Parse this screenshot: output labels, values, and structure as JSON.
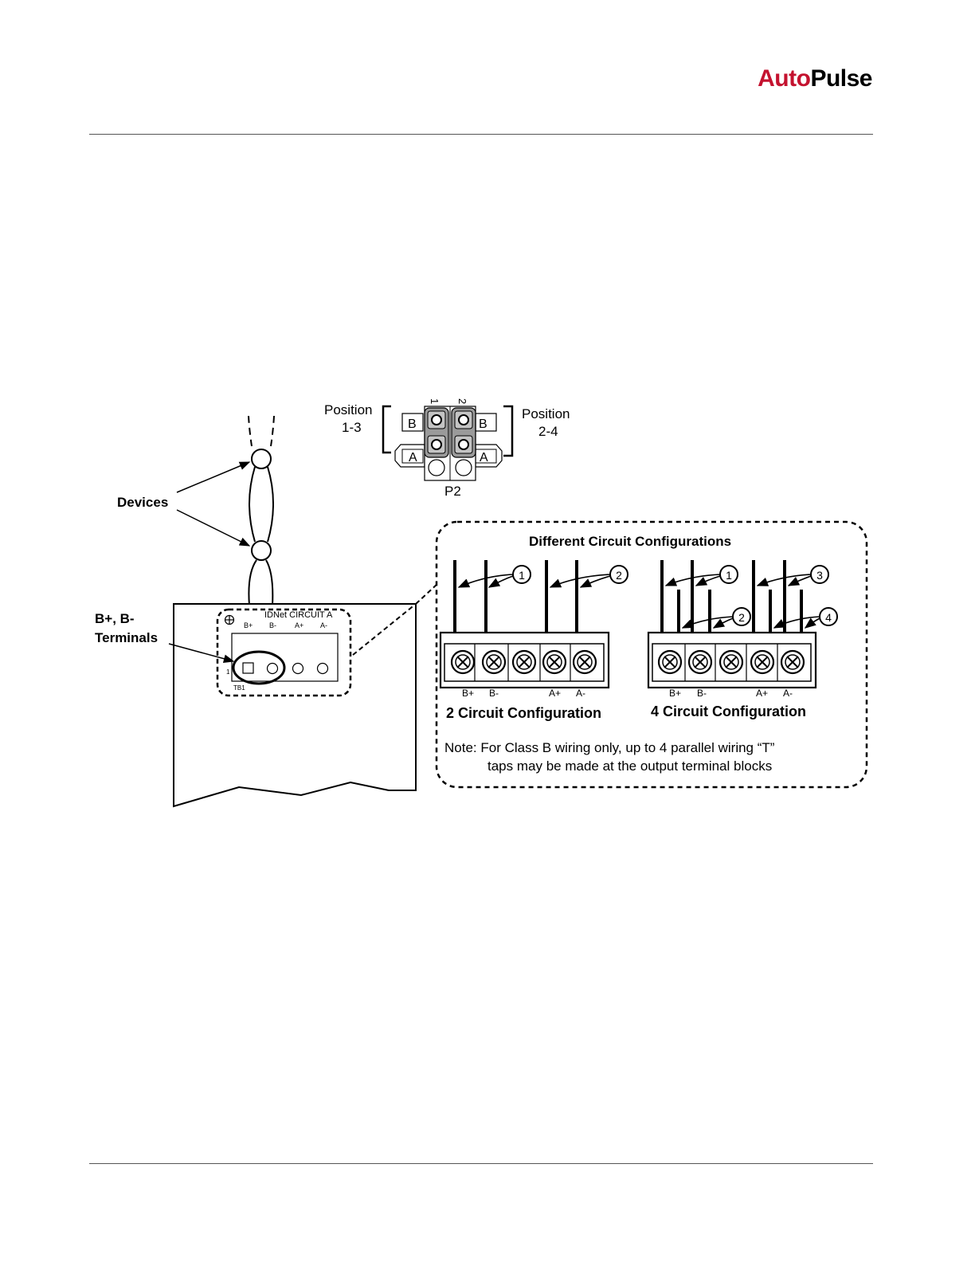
{
  "header": {
    "brand_auto": "Auto",
    "brand_pulse": "Pulse"
  },
  "diagram": {
    "devices_label": "Devices",
    "terminals_label_1": "B+, B-",
    "terminals_label_2": "Terminals",
    "panel_title": "IDNet CIRCUIT A",
    "panel_terms": [
      "B+",
      "B-",
      "A+",
      "A-"
    ],
    "panel_pin": "1",
    "panel_tb": "TB1",
    "position_left_1": "Position",
    "position_left_2": "1-3",
    "position_right_1": "Position",
    "position_right_2": "2-4",
    "pin_1": "1",
    "pin_2": "2",
    "jumper_b": "B",
    "jumper_a": "A",
    "connector": "P2",
    "configs_title": "Different Circuit Configurations",
    "config2_title": "2 Circuit Configuration",
    "config4_title": "4 Circuit Configuration",
    "terminal_labels": [
      "B+",
      "B-",
      "A+",
      "A-"
    ],
    "callouts": [
      "1",
      "2",
      "3",
      "4"
    ],
    "note_line1": "Note: For Class B wiring only, up to 4 parallel wiring “T”",
    "note_line2": "taps may be made at the output terminal blocks"
  }
}
